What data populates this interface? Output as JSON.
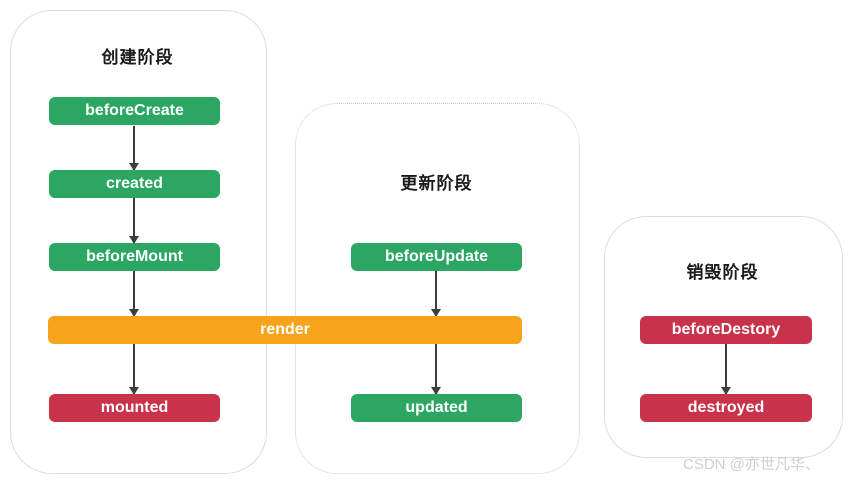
{
  "diagram": {
    "panels": {
      "create": {
        "title": "创建阶段"
      },
      "update": {
        "title": "更新阶段"
      },
      "destroy": {
        "title": "销毁阶段"
      }
    },
    "nodes": {
      "before_create": "beforeCreate",
      "created": "created",
      "before_mount": "beforeMount",
      "render": "render",
      "mounted": "mounted",
      "before_update": "beforeUpdate",
      "updated": "updated",
      "before_destory": "beforeDestory",
      "destroyed": "destroyed"
    },
    "colors": {
      "hook_green": "#2ba763",
      "hook_red": "#c8324a",
      "render_orange": "#f6a41b",
      "arrow": "#3d3d3d",
      "panel_border": "#d9d9d9"
    }
  },
  "watermark": {
    "text": "CSDN @亦世凡华、"
  }
}
